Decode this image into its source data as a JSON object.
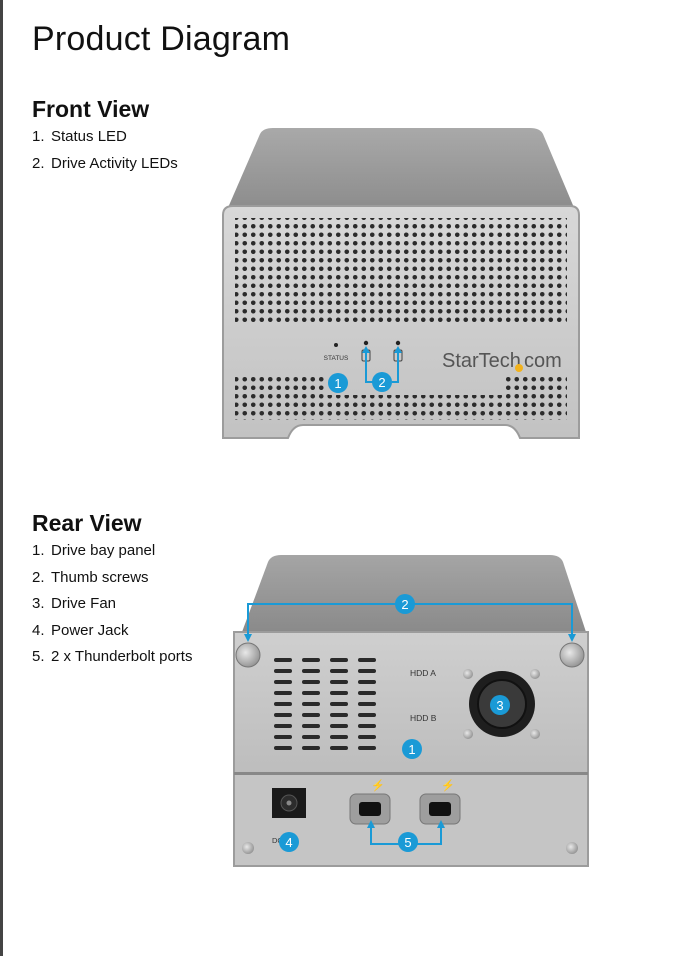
{
  "page": {
    "title": "Product Diagram"
  },
  "front_view": {
    "heading": "Front View",
    "items": [
      {
        "num": "1.",
        "label": "Status LED"
      },
      {
        "num": "2.",
        "label": "Drive Activity LEDs"
      }
    ],
    "device": {
      "status_label": "STATUS",
      "brand_left": "StarTech",
      "brand_right": "com",
      "callouts": [
        "1",
        "2"
      ]
    }
  },
  "rear_view": {
    "heading": "Rear View",
    "items": [
      {
        "num": "1.",
        "label": "Drive bay panel"
      },
      {
        "num": "2.",
        "label": "Thumb screws"
      },
      {
        "num": "3.",
        "label": "Drive Fan"
      },
      {
        "num": "4.",
        "label": "Power Jack"
      },
      {
        "num": "5.",
        "label": "2 x Thunderbolt  ports"
      }
    ],
    "device": {
      "hdd_a_label": "HDD A",
      "hdd_b_label": "HDD B",
      "power_label": "DC 12V",
      "callouts": [
        "1",
        "2",
        "3",
        "4",
        "5"
      ]
    }
  },
  "colors": {
    "callout": "#1a9ad6",
    "chassis": "#9a9a9a",
    "panel": "#c9c9c9",
    "accent_dot": "#f2b21c"
  }
}
